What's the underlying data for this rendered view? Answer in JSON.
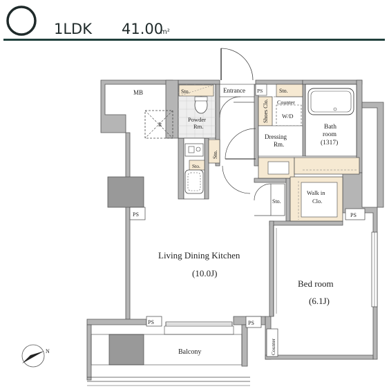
{
  "header": {
    "unit_letter": "O",
    "unit_type": "1LDK",
    "area_value": "41.00",
    "area_unit": "m²",
    "accent_color": "#20403c"
  },
  "rooms": {
    "mb": "MB",
    "entrance": "Entrance",
    "ps_entrance": "PS",
    "sto_top_left": "Sto.",
    "sto_top_right": "Sto.",
    "counter_top": "Counter",
    "powder_room_1": "Powder",
    "powder_room_2": "Rm.",
    "shoes_closet": "Shoes Clo.",
    "wd": "W/D",
    "bath_1": "Bath",
    "bath_2": "room",
    "bath_3": "(1317)",
    "dressing_1": "Dressing",
    "dressing_2": "Rm.",
    "sto_vertical": "Sto.",
    "sto_toilet": "Sto.",
    "sto_middle": "Sto.",
    "walkin_1": "Walk in",
    "walkin_2": "Clo.",
    "ps_left": "PS",
    "ps_right": "PS",
    "ldk_name": "Living Dining Kitchen",
    "ldk_size": "(10.0J)",
    "bed_name": "Bed room",
    "bed_size": "(6.1J)",
    "ps_bottom_left": "PS",
    "ps_bottom_mid": "PS",
    "counter_bottom": "Counter",
    "balcony": "Balcony",
    "r_label": "R",
    "north": "N"
  },
  "colors": {
    "wall": "#b5b5b5",
    "wall_dark": "#777777",
    "closet": "#f6e9d2",
    "tile": "#e8e8e8"
  }
}
